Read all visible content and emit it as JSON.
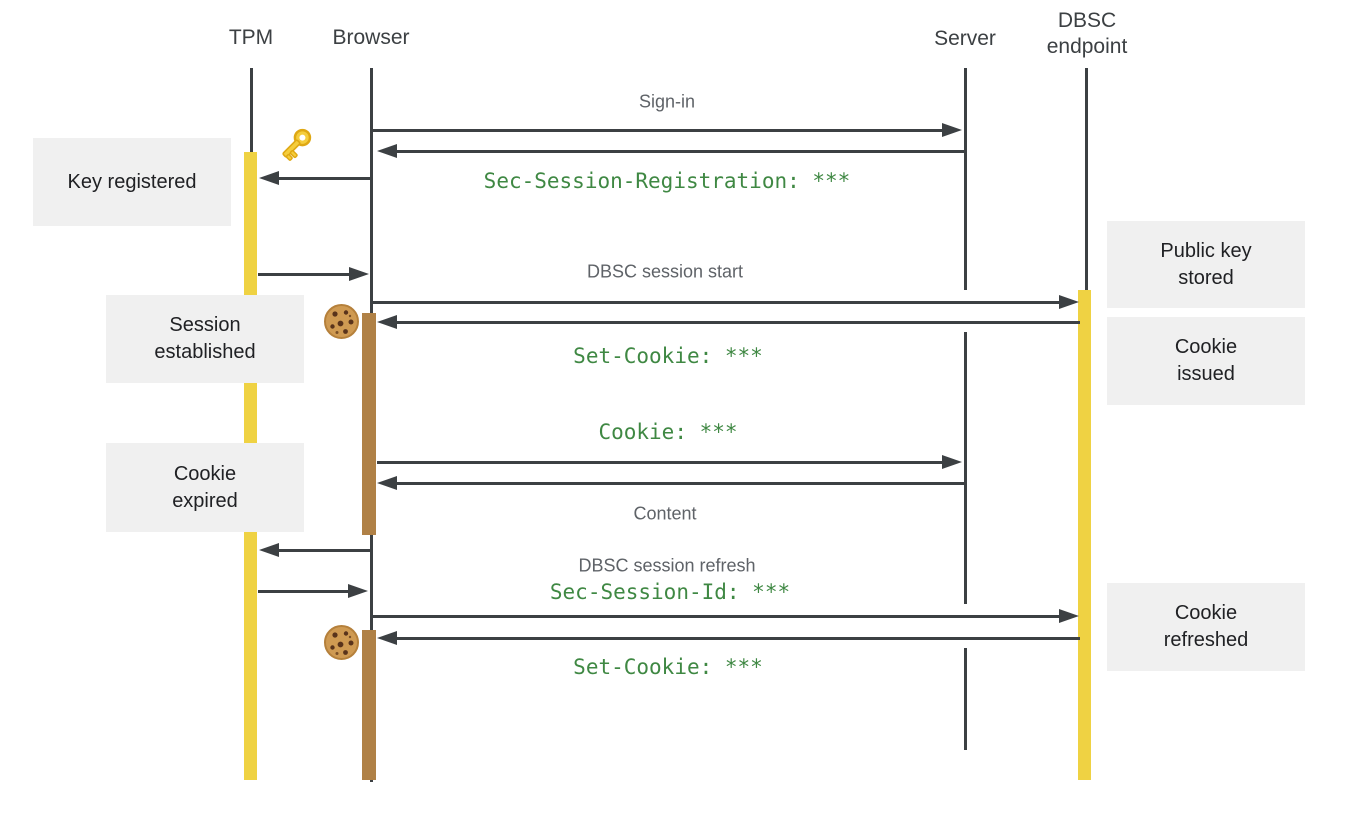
{
  "diagram_title": "DBSC session sequence diagram",
  "actors": [
    {
      "label": "TPM"
    },
    {
      "label": "Browser"
    },
    {
      "label": "Server"
    },
    {
      "label": "DBSC\nendpoint"
    }
  ],
  "notes": {
    "key_registered": "Key registered",
    "session_established": "Session\nestablished",
    "cookie_expired": "Cookie\nexpired",
    "public_key_stored": "Public key\nstored",
    "cookie_issued": "Cookie\nissued",
    "cookie_refreshed": "Cookie\nrefreshed"
  },
  "messages": {
    "sign_in": "Sign-in",
    "sec_session_registration": "Sec-Session-Registration: ***",
    "dbsc_session_start": "DBSC session start",
    "set_cookie_1": "Set-Cookie: ***",
    "cookie": "Cookie: ***",
    "content": "Content",
    "dbsc_session_refresh": "DBSC session refresh",
    "sec_session_id": "Sec-Session-Id: ***",
    "set_cookie_2": "Set-Cookie: ***"
  },
  "icons": {
    "key": "key-icon",
    "cookie_session": "cookie-icon",
    "cookie_refresh": "cookie-icon"
  },
  "colors": {
    "line_dark": "#3c4043",
    "label_grey": "#5f6368",
    "code_green": "#3f8843",
    "tpm_dbsc_activation_yellow": "#efd243",
    "browser_activation_brown": "#b08146",
    "note_background": "#f0f0f0",
    "note_text": "#202124"
  }
}
